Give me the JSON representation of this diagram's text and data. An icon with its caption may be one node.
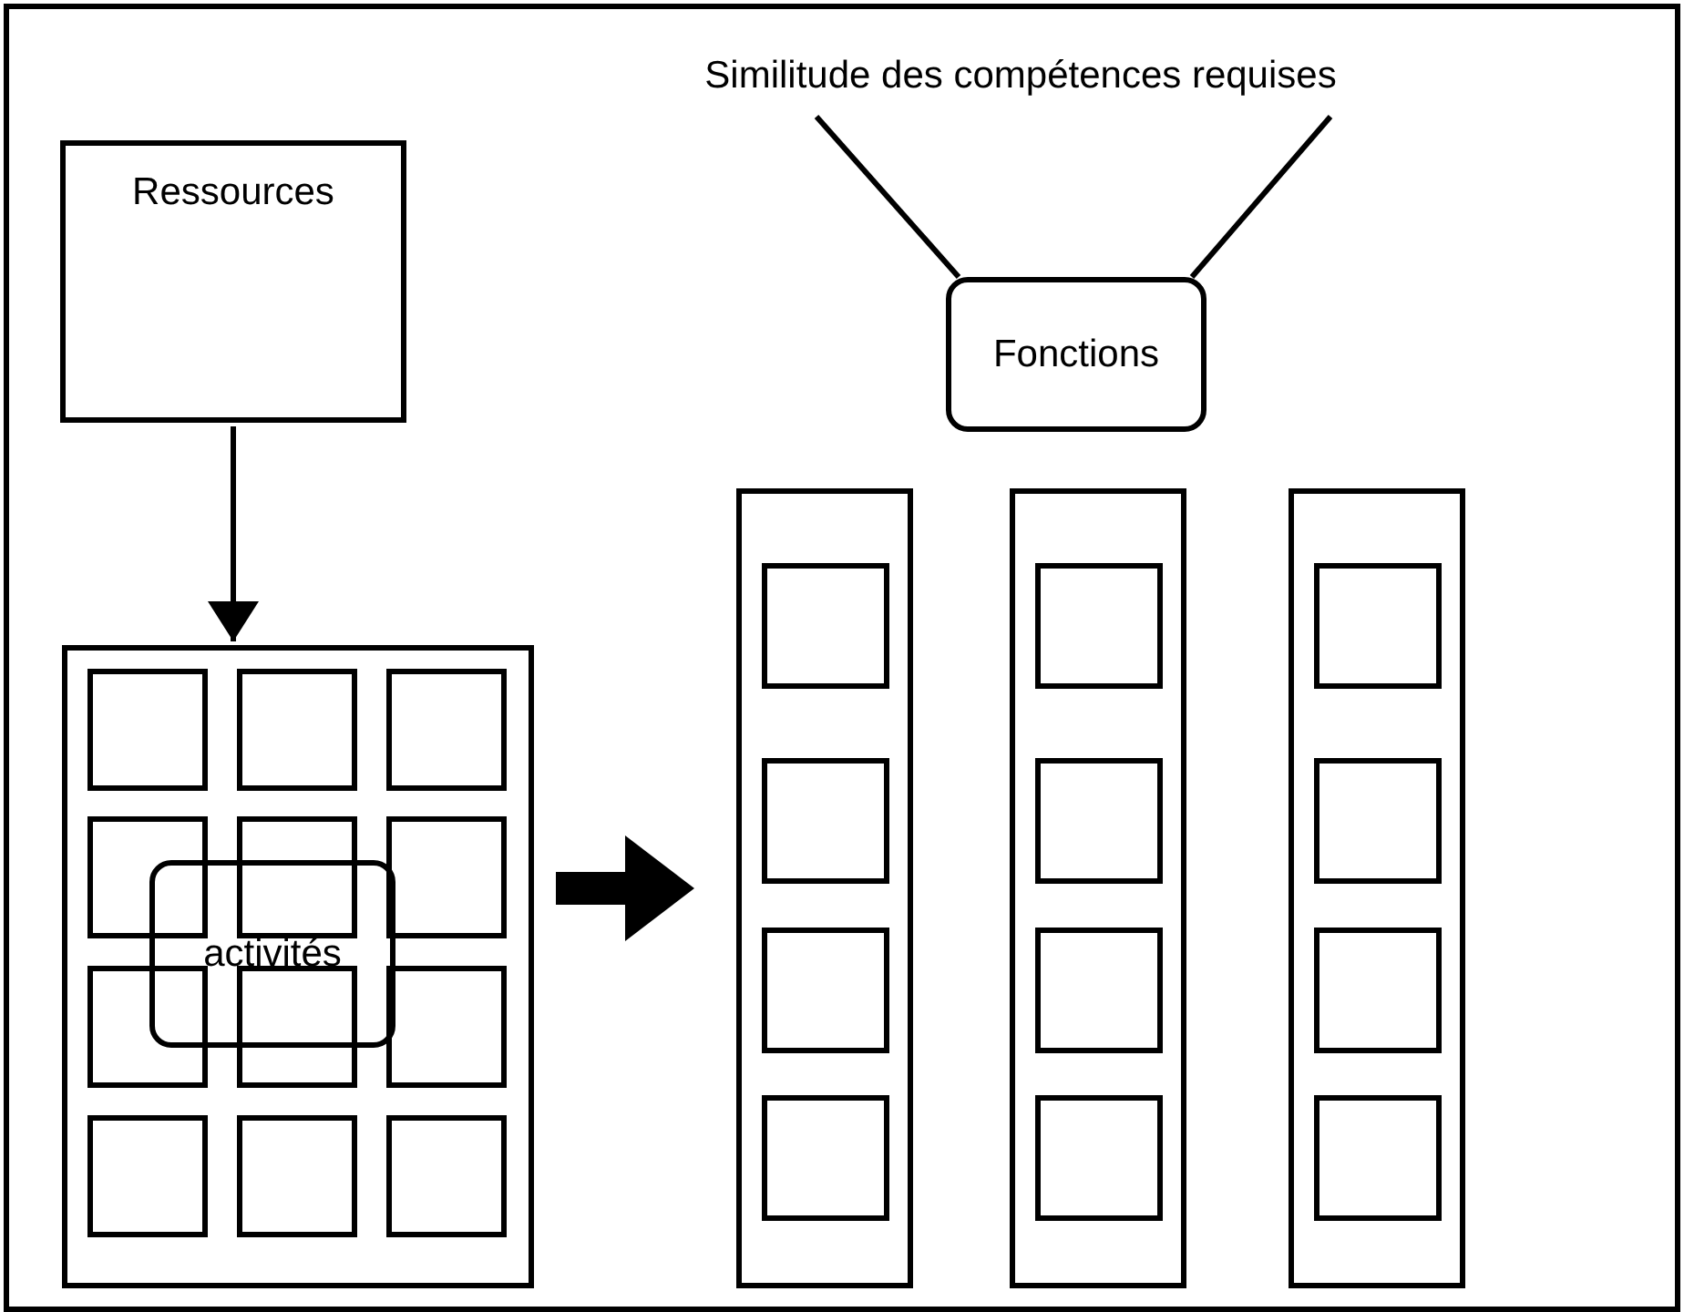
{
  "diagram": {
    "nodes": [
      {
        "text": [
          "Similitude des compétences requises"
        ]
      },
      {
        "text": [
          "Ressources"
        ]
      },
      {
        "text": [
          "Fonctions"
        ]
      },
      {
        "text": [],
        "shape": "box"
      },
      {
        "text": [],
        "shape": "box",
        "in": 3
      },
      {
        "text": [],
        "shape": "box",
        "in": 3
      },
      {
        "text": [],
        "shape": "box",
        "in": 3
      },
      {
        "text": [],
        "shape": "box",
        "in": 3
      },
      {
        "text": [],
        "shape": "box",
        "in": 3
      },
      {
        "text": [],
        "shape": "box",
        "in": 3
      },
      {
        "text": [],
        "shape": "box",
        "in": 3
      },
      {
        "text": [],
        "shape": "box",
        "in": 3
      },
      {
        "text": [],
        "shape": "box",
        "in": 3
      },
      {
        "text": [],
        "shape": "box",
        "in": 3
      },
      {
        "text": [],
        "shape": "box",
        "in": 3
      },
      {
        "text": [],
        "shape": "box",
        "in": 3
      },
      {
        "text": [
          "activités"
        ],
        "in": 3
      },
      {
        "text": [],
        "shape": "box"
      },
      {
        "text": [],
        "shape": "box",
        "in": 17
      },
      {
        "text": [],
        "shape": "box",
        "in": 17
      },
      {
        "text": [],
        "shape": "box",
        "in": 17
      },
      {
        "text": [],
        "shape": "box",
        "in": 17
      },
      {
        "text": [],
        "shape": "box"
      },
      {
        "text": [],
        "shape": "box",
        "in": 22
      },
      {
        "text": [],
        "shape": "box",
        "in": 22
      },
      {
        "text": [],
        "shape": "box",
        "in": 22
      },
      {
        "text": [],
        "shape": "box",
        "in": 22
      },
      {
        "text": [],
        "shape": "box"
      },
      {
        "text": [],
        "shape": "box",
        "in": 27
      },
      {
        "text": [],
        "shape": "box",
        "in": 27
      },
      {
        "text": [],
        "shape": "box",
        "in": 27
      },
      {
        "text": [],
        "shape": "box",
        "in": 27
      }
    ],
    "edges": [
      {
        "from": 0,
        "to": 2,
        "arrow": "none"
      },
      {
        "from": 0,
        "to": 2,
        "arrow": "none"
      },
      {
        "from": 1,
        "to": 3,
        "arrow": "to"
      },
      {
        "from": 3,
        "to": 17,
        "arrow": "to",
        "style": "thick"
      }
    ]
  }
}
